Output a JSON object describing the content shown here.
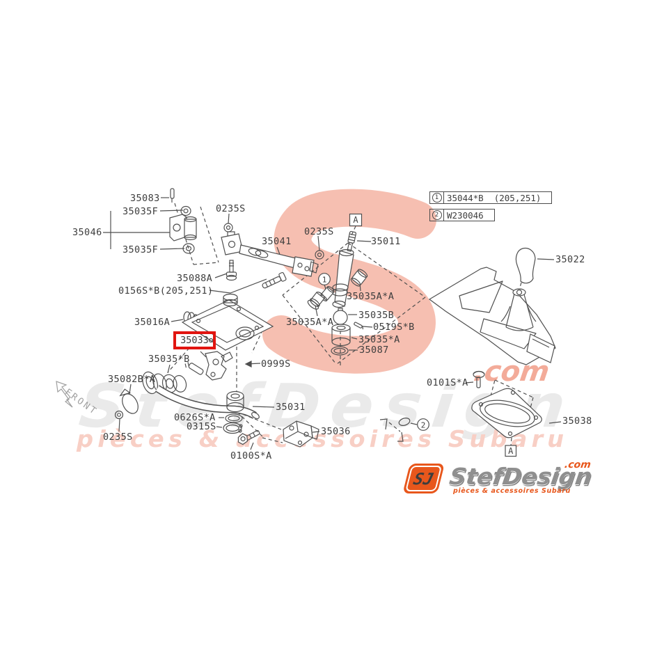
{
  "labels": {
    "p35083": "35083",
    "p35035F_top": "35035F",
    "p0235S_1": "0235S",
    "p35046": "35046",
    "p35035F_bot": "35035F",
    "p35041": "35041",
    "p0235S_2": "0235S",
    "p35011": "35011",
    "p35088A": "35088A",
    "p0156SB": "0156S*B(205,251)",
    "p35035AA_r": "35035A*A",
    "p35035AA_l": "35035A*A",
    "p35035B": "35035B",
    "p0519SB": "0519S*B",
    "p35016A": "35016A",
    "p35033": "35033",
    "p35035sB": "35035*B",
    "p0999S": "0999S",
    "p35035sA": "35035*A",
    "p35087": "35087",
    "p35082BA": "35082B*A",
    "p35031": "35031",
    "p0626SA": "0626S*A",
    "p0315S": "0315S",
    "p0235S_3": "0235S",
    "p0100SA": "0100S*A",
    "p35036": "35036",
    "p35022": "35022",
    "p0101SA": "0101S*A",
    "p35038": "35038"
  },
  "legend": {
    "rows": [
      {
        "num": "1",
        "text": "35044*B  (205,251)"
      },
      {
        "num": "2",
        "text": "W230046"
      }
    ]
  },
  "markers": {
    "a": "A",
    "one": "1",
    "two": "2"
  },
  "front": {
    "label": "FRONT"
  },
  "highlight": {
    "part": "35033",
    "color": "#e11510"
  },
  "watermark": {
    "brand": "StefDesign",
    "tld": ".com",
    "tagline": "pièces & accessoires Subaru"
  },
  "logo": {
    "mark": "SJ",
    "brand": "StefDesign",
    "tld": ".com",
    "tagline": "pièces & accessoires Subaru"
  },
  "colors": {
    "line_gray": "#4f4f4f",
    "label_gray": "#3d3d3d",
    "highlight_red": "#e11510",
    "logo_orange": "#e8571c",
    "watermark_salmon": "#f4b4a3",
    "watermark_gray": "#eaeaea",
    "watermark_pink": "#f8cfc5"
  }
}
